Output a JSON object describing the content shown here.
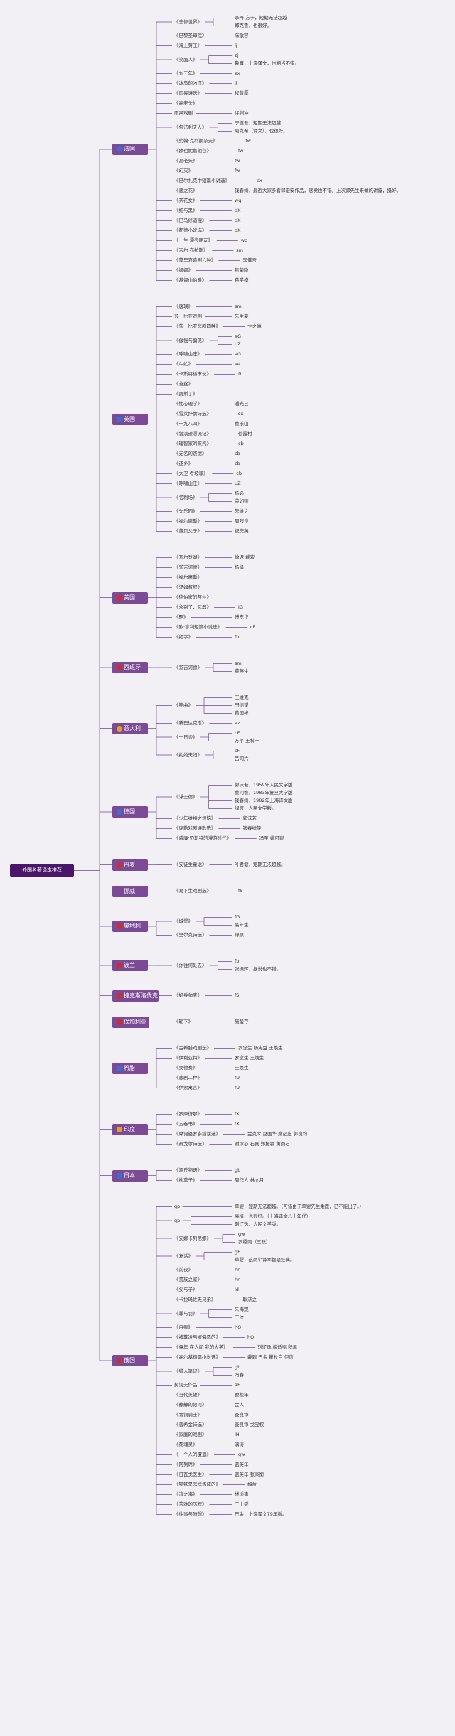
{
  "root": "外国名著译本推荐",
  "countries": [
    {
      "name": "法国",
      "color": "#3a6fd6",
      "books": [
        {
          "title": "《悲惨世界》",
          "translators": [
            "李丹 方于，短期无法超越",
            "郑克鲁，也很好。"
          ]
        },
        {
          "title": "《巴黎圣母院》",
          "translators": [
            "陈敬容"
          ]
        },
        {
          "title": "《海上劳工》",
          "translators": [
            "lj"
          ]
        },
        {
          "title": "《笑面人》",
          "translators": [
            "zj",
            "鲁膺，上海译文，也相当不错。"
          ]
        },
        {
          "title": "《九三年》",
          "translators": [
            "ex"
          ]
        },
        {
          "title": "《冰岛的凶汉》",
          "translators": [
            "lf"
          ]
        },
        {
          "title": "《雨果诗选》",
          "translators": [
            "程曾厚"
          ]
        },
        {
          "title": "《高老头》",
          "translators": []
        },
        {
          "title": "雨果戏剧",
          "translators": [
            "许渊冲"
          ]
        },
        {
          "title": "《包法利夫人》",
          "translators": [
            "李健吾，短期无法超越",
            "周克希（译文），也很好。"
          ]
        },
        {
          "title": "《约翰·克利斯朵夫》",
          "translators": [
            "fw"
          ]
        },
        {
          "title": "《欧也妮葛朗台》",
          "translators": [
            "fw"
          ]
        },
        {
          "title": "《高老头》",
          "translators": [
            "fw"
          ]
        },
        {
          "title": "《幻灭》",
          "translators": [
            "fw"
          ]
        },
        {
          "title": "《巴尔扎克中短篇小说选》",
          "translators": [
            "ex"
          ]
        },
        {
          "title": "《恶之花》",
          "translators": [
            "钱春绮，最近大家多看郭宏安作品，感觉也不错。上次郭先生来做的讲座，挺好。"
          ]
        },
        {
          "title": "《茶花女》",
          "translators": [
            "wq"
          ]
        },
        {
          "title": "《红与黑》",
          "translators": [
            "dX"
          ]
        },
        {
          "title": "《巴马修道院》",
          "translators": [
            "dX"
          ]
        },
        {
          "title": "《都德小说选》",
          "translators": [
            "dX"
          ]
        },
        {
          "title": "《一生 漂亮朋友》",
          "translators": [
            "wq"
          ]
        },
        {
          "title": "《吉尔·布拉斯》",
          "translators": [
            "sm"
          ]
        },
        {
          "title": "《莫里哀喜剧六种》",
          "translators": [
            "李健吾"
          ]
        },
        {
          "title": "《娜娜》",
          "translators": [
            "焦菊隐"
          ]
        },
        {
          "title": "《基督山伯爵》",
          "translators": [
            "蒋学模"
          ]
        }
      ]
    },
    {
      "name": "英国",
      "color": "#3a6fd6",
      "books": [
        {
          "title": "《唐璜》",
          "translators": [
            "sm"
          ]
        },
        {
          "title": "莎士比亚戏剧",
          "translators": [
            "朱生豪"
          ]
        },
        {
          "title": "《莎士比亚悲剧四种》",
          "translators": [
            "卞之琳"
          ]
        },
        {
          "title": "《傲慢与偏见》",
          "translators": [
            "aG",
            "uZ"
          ]
        },
        {
          "title": "《呼啸山庄》",
          "translators": [
            "aG"
          ]
        },
        {
          "title": "《牛虻》",
          "translators": [
            "ve"
          ]
        },
        {
          "title": "《卡斯特桥市长》",
          "translators": [
            "fb"
          ]
        },
        {
          "title": "《苔丝》",
          "translators": []
        },
        {
          "title": "《奥斯丁》",
          "translators": []
        },
        {
          "title": "《性心理学》",
          "translators": [
            "潘光旦"
          ]
        },
        {
          "title": "《雪莱抒情诗选》",
          "translators": [
            "sx"
          ]
        },
        {
          "title": "《一九八四》",
          "translators": [
            "董乐山"
          ]
        },
        {
          "title": "《鲁滨逊漂流记》",
          "translators": [
            "徐霞村"
          ]
        },
        {
          "title": "《理智家的蒸汽》",
          "translators": [
            "cb"
          ]
        },
        {
          "title": "《无名的裘德》",
          "translators": [
            "cb"
          ]
        },
        {
          "title": "《还乡》",
          "translators": [
            "cb"
          ]
        },
        {
          "title": "《大卫·考坡菲》",
          "translators": [
            "cb"
          ]
        },
        {
          "title": "《呼啸山庄》",
          "translators": [
            "uZ"
          ]
        },
        {
          "title": "《名利场》",
          "translators": [
            "杨必",
            "荣如德"
          ]
        },
        {
          "title": "《失乐园》",
          "translators": [
            "朱维之"
          ]
        },
        {
          "title": "《福尔摩斯》",
          "translators": [
            "周煦良"
          ]
        },
        {
          "title": "《董贝父子》",
          "translators": [
            "祝庆英"
          ]
        }
      ]
    },
    {
      "name": "美国",
      "color": "#d02c2c",
      "books": [
        {
          "title": "《瓦尔登湖》",
          "translators": [
            "徐迟 戴欢"
          ]
        },
        {
          "title": "《堂吉诃德》",
          "translators": [
            "杨绛"
          ]
        },
        {
          "title": "《福尔摩斯》",
          "translators": []
        },
        {
          "title": "《汤姆叔叔》",
          "translators": []
        },
        {
          "title": "《德伯家的苔丝》",
          "translators": []
        },
        {
          "title": "《永别了，武器》",
          "translators": [
            "IG"
          ]
        },
        {
          "title": "《飘》",
          "translators": [
            "傅东华"
          ]
        },
        {
          "title": "《欧·亨利短篇小说选》",
          "translators": [
            "cF"
          ]
        },
        {
          "title": "《红字》",
          "translators": [
            "fb"
          ]
        }
      ]
    },
    {
      "name": "西班牙",
      "color": "#d02c2c",
      "books": [
        {
          "title": "《堂吉诃德》",
          "translators": [
            "sm",
            "董燕生"
          ]
        }
      ]
    },
    {
      "name": "意大利",
      "color": "#e0a030",
      "books": [
        {
          "title": "《神曲》",
          "translators": [
            "王维克",
            "田德望",
            "黄国彬"
          ]
        },
        {
          "title": "《新巴达克斯》",
          "translators": [
            "vz"
          ]
        },
        {
          "title": "《十日谈》",
          "translators": [
            "cF",
            "方平 王科一"
          ]
        },
        {
          "title": "《约婚夫妇》",
          "translators": [
            "cF",
            "吕同六"
          ]
        }
      ]
    },
    {
      "name": "德国",
      "color": "#3a6fd6",
      "books": [
        {
          "title": "《浮士德》",
          "translators": [
            "郭沫若，1959年人民文学版",
            "董问樵，1983年复旦大学版",
            "钱春绮，1982年上海译文版",
            "绿原，人民文学版。"
          ]
        },
        {
          "title": "《少年维特之烦恼》",
          "translators": [
            "郭沫若"
          ]
        },
        {
          "title": "《席勒戏剧诗歌选》",
          "translators": [
            "钱春绮等"
          ]
        },
        {
          "title": "《威廉·迈斯特的漫游时代》",
          "translators": [
            "冯至 姚可崑"
          ]
        }
      ]
    },
    {
      "name": "丹麦",
      "color": "#d02c2c",
      "books": [
        {
          "title": "《安徒生童话》",
          "translators": [
            "叶君健，短期无法超越。"
          ]
        }
      ]
    },
    {
      "name": "挪威",
      "color": "#7b4c95",
      "books": [
        {
          "title": "《易卜生戏剧选》",
          "translators": [
            "fS"
          ]
        }
      ]
    },
    {
      "name": "奥地利",
      "color": "#d02c2c",
      "books": [
        {
          "title": "《城堡》",
          "translators": [
            "fG",
            "高年生"
          ]
        },
        {
          "title": "《里尔克诗选》",
          "translators": [
            "绿原"
          ]
        }
      ]
    },
    {
      "name": "波兰",
      "color": "#d02c2c",
      "books": [
        {
          "title": "《你往何处去》",
          "translators": [
            "fb",
            "张振辉，据说也不错。"
          ]
        }
      ]
    },
    {
      "name": "捷克斯洛伐克",
      "color": "#d02c2c",
      "books": [
        {
          "title": "《好兵帅克》",
          "translators": [
            "fS"
          ]
        }
      ]
    },
    {
      "name": "保加利亚",
      "color": "#d02c2c",
      "books": [
        {
          "title": "《轭下》",
          "translators": [
            "施蛰存"
          ]
        }
      ]
    },
    {
      "name": "希腊",
      "color": "#3a6fd6",
      "books": [
        {
          "title": "《古希腊戏剧选》",
          "translators": [
            "罗念生 杨宪益 王焕生"
          ]
        },
        {
          "title": "《伊利亚特》",
          "translators": [
            "罗念生 王焕生"
          ]
        },
        {
          "title": "《奥德赛》",
          "translators": [
            "王焕生"
          ]
        },
        {
          "title": "《悲剧二种》",
          "translators": [
            "fU"
          ]
        },
        {
          "title": "《伊索寓言》",
          "translators": [
            "fU"
          ]
        }
      ]
    },
    {
      "name": "印度",
      "color": "#e0a030",
      "books": [
        {
          "title": "《罗摩衍那》",
          "translators": [
            "fX"
          ]
        },
        {
          "title": "《五卷书》",
          "translators": [
            "fX"
          ]
        },
        {
          "title": "《摩诃婆罗多插话选》",
          "translators": [
            "金克木 赵国华 席必庄 郭良均"
          ]
        },
        {
          "title": "《泰戈尔诗选》",
          "translators": [
            "谢冰心 石真 郑振铎 黄雨石"
          ]
        }
      ]
    },
    {
      "name": "日本",
      "color": "#3a6fd6",
      "books": [
        {
          "title": "《源氏物语》",
          "translators": [
            "gb"
          ]
        },
        {
          "title": "《枕草子》",
          "translators": [
            "周作人 林文月"
          ]
        }
      ]
    },
    {
      "name": "俄国",
      "color": "#d02c2c",
      "books": [
        {
          "title": "gp",
          "translators": [
            "草婴，短期无法超越。（可惜由于草婴先生乘鹿，已不能出了。）"
          ]
        },
        {
          "title": "gp",
          "translators": [
            "高植，也很好。（上海译文八十年代）",
            "刘辽逸，人民文学版。"
          ]
        },
        {
          "title": "《安娜卡列尼娜》",
          "translators": [
            "gw",
            "罗稷南（三联）"
          ]
        },
        {
          "title": "《复活》",
          "translators": [
            "gE",
            "草婴，这两个译本都是经典。"
          ]
        },
        {
          "title": "《前夜》",
          "translators": [
            "hn"
          ]
        },
        {
          "title": "《贵族之家》",
          "translators": [
            "hn"
          ]
        },
        {
          "title": "《父与子》",
          "translators": [
            "ld"
          ]
        },
        {
          "title": "《卡拉玛佐夫兄弟》",
          "translators": [
            "耿济之"
          ]
        },
        {
          "title": "《罪与罚》",
          "translators": [
            "朱海观",
            "王汶"
          ]
        },
        {
          "title": "《白痴》",
          "translators": [
            "hO"
          ]
        },
        {
          "title": "《被欺凌与被侮辱的》",
          "translators": [
            "hO"
          ]
        },
        {
          "title": "《童年 在人间 我的大学》",
          "translators": [
            "刘辽逸 楼适夷 陆风"
          ]
        },
        {
          "title": "《高尔基短篇小说选》",
          "translators": [
            "戴骢 巴金 瞿秋白 伊信"
          ]
        },
        {
          "title": "《猎人笔记》",
          "translators": [
            "gb",
            "冯春"
          ]
        },
        {
          "title": "契诃夫作品",
          "translators": [
            "aE"
          ]
        },
        {
          "title": "《当代英雄》",
          "translators": [
            "翟松年"
          ]
        },
        {
          "title": "《静静的顿河》",
          "translators": [
            "金人"
          ]
        },
        {
          "title": "《青铜骑士》",
          "translators": [
            "查良铮"
          ]
        },
        {
          "title": "《普希金诗选》",
          "translators": [
            "查良铮 戈宝权"
          ]
        },
        {
          "title": "《家庭的戏剧》",
          "translators": [
            "lH"
          ]
        },
        {
          "title": "《死魂灵》",
          "translators": [
            "满涛"
          ]
        },
        {
          "title": "《一个人的遭遇》",
          "translators": [
            "gw"
          ]
        },
        {
          "title": "《阿列席》",
          "translators": [
            "蓝英年"
          ]
        },
        {
          "title": "《日瓦戈医生》",
          "translators": [
            "蓝英年 张秉衡"
          ]
        },
        {
          "title": "《钢铁是怎样炼成的》",
          "translators": [
            "梅益"
          ]
        },
        {
          "title": "《這之海》",
          "translators": [
            "楼适夷"
          ]
        },
        {
          "title": "《苦难的历程》",
          "translators": [
            "王士燮"
          ]
        },
        {
          "title": "《往事与随想》",
          "translators": [
            "巴金，上海译文79年版。"
          ]
        }
      ]
    }
  ]
}
